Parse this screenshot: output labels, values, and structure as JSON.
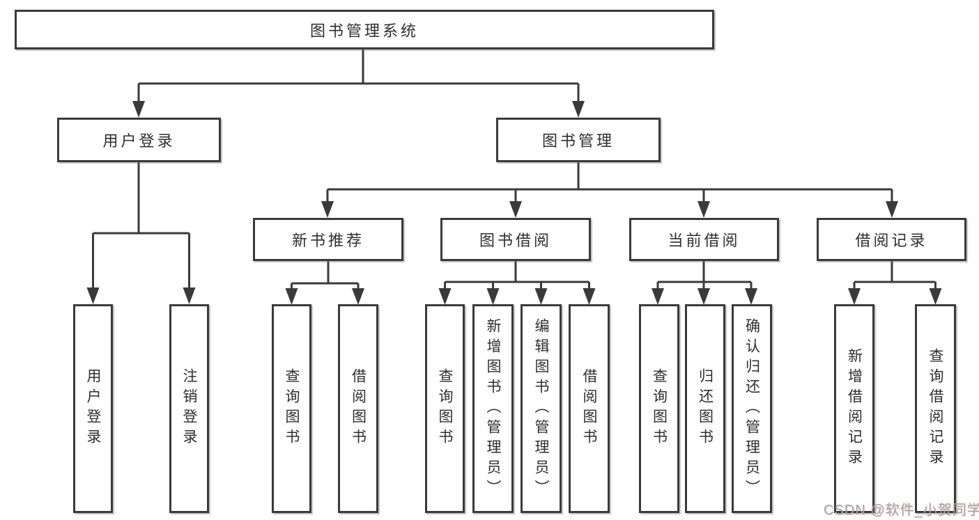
{
  "diagram": {
    "root": {
      "label": "图书管理系统"
    },
    "level1": [
      {
        "label": "用户登录"
      },
      {
        "label": "图书管理"
      }
    ],
    "level2": [
      {
        "label": "新书推荐",
        "parent": "图书管理"
      },
      {
        "label": "图书借阅",
        "parent": "图书管理"
      },
      {
        "label": "当前借阅",
        "parent": "图书管理"
      },
      {
        "label": "借阅记录",
        "parent": "图书管理"
      }
    ],
    "leaves": [
      {
        "label": "用户登录",
        "parent": "用户登录"
      },
      {
        "label": "注销登录",
        "parent": "用户登录"
      },
      {
        "label": "查询图书",
        "parent": "新书推荐"
      },
      {
        "label": "借阅图书",
        "parent": "新书推荐"
      },
      {
        "label": "查询图书",
        "parent": "图书借阅"
      },
      {
        "label": "新增图书（管理员）",
        "parent": "图书借阅"
      },
      {
        "label": "编辑图书（管理员）",
        "parent": "图书借阅"
      },
      {
        "label": "借阅图书",
        "parent": "图书借阅"
      },
      {
        "label": "查询图书",
        "parent": "当前借阅"
      },
      {
        "label": "归还图书",
        "parent": "当前借阅"
      },
      {
        "label": "确认归还（管理员）",
        "parent": "当前借阅"
      },
      {
        "label": "新增借阅记录",
        "parent": "借阅记录"
      },
      {
        "label": "查询借阅记录",
        "parent": "借阅记录"
      }
    ],
    "colors": {
      "line": "#3a3a3a",
      "text": "#2e2e2e",
      "box_background": "#ffffff",
      "watermark": "#a5a5a5"
    }
  },
  "watermark": {
    "text": "CSDN @软件_小贺同学"
  }
}
